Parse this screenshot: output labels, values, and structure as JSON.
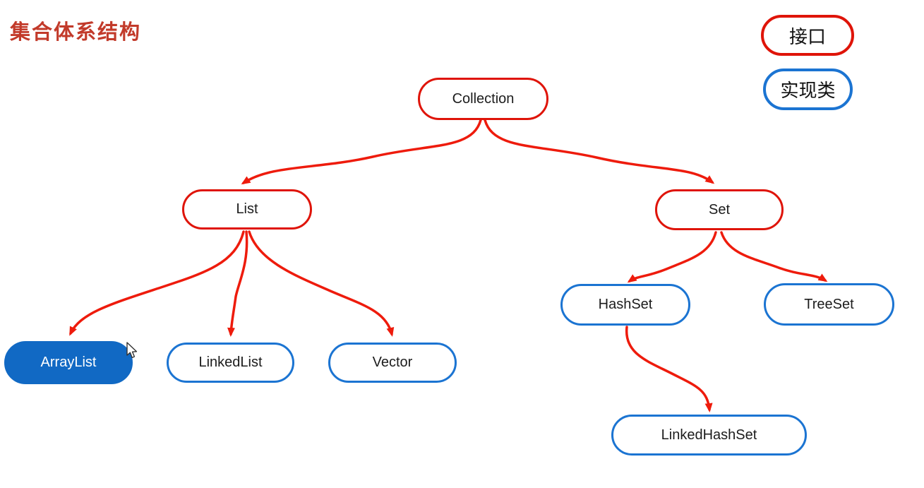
{
  "title": "集合体系结构",
  "legend": {
    "interface_label": "接口",
    "implementation_label": "实现类"
  },
  "nodes": [
    {
      "id": "collection",
      "label": "Collection",
      "type": "interface",
      "selected": false
    },
    {
      "id": "list",
      "label": "List",
      "type": "interface",
      "selected": false
    },
    {
      "id": "set",
      "label": "Set",
      "type": "interface",
      "selected": false
    },
    {
      "id": "arraylist",
      "label": "ArrayList",
      "type": "implementation",
      "selected": true
    },
    {
      "id": "linkedlist",
      "label": "LinkedList",
      "type": "implementation",
      "selected": false
    },
    {
      "id": "vector",
      "label": "Vector",
      "type": "implementation",
      "selected": false
    },
    {
      "id": "hashset",
      "label": "HashSet",
      "type": "implementation",
      "selected": false
    },
    {
      "id": "treeset",
      "label": "TreeSet",
      "type": "implementation",
      "selected": false
    },
    {
      "id": "linkedhashset",
      "label": "LinkedHashSet",
      "type": "implementation",
      "selected": false
    }
  ],
  "edges": [
    {
      "from": "Collection",
      "to": "List"
    },
    {
      "from": "Collection",
      "to": "Set"
    },
    {
      "from": "List",
      "to": "ArrayList"
    },
    {
      "from": "List",
      "to": "LinkedList"
    },
    {
      "from": "List",
      "to": "Vector"
    },
    {
      "from": "Set",
      "to": "HashSet"
    },
    {
      "from": "Set",
      "to": "TreeSet"
    },
    {
      "from": "HashSet",
      "to": "LinkedHashSet"
    }
  ],
  "colors": {
    "red": "#df1409",
    "arrow-red": "#ee1b0c",
    "blue": "#1b74d2",
    "blue-fill": "#1169c4",
    "title-red": "#c23a2a",
    "node-text": "#1c1c1c",
    "background": "#ffffff"
  }
}
